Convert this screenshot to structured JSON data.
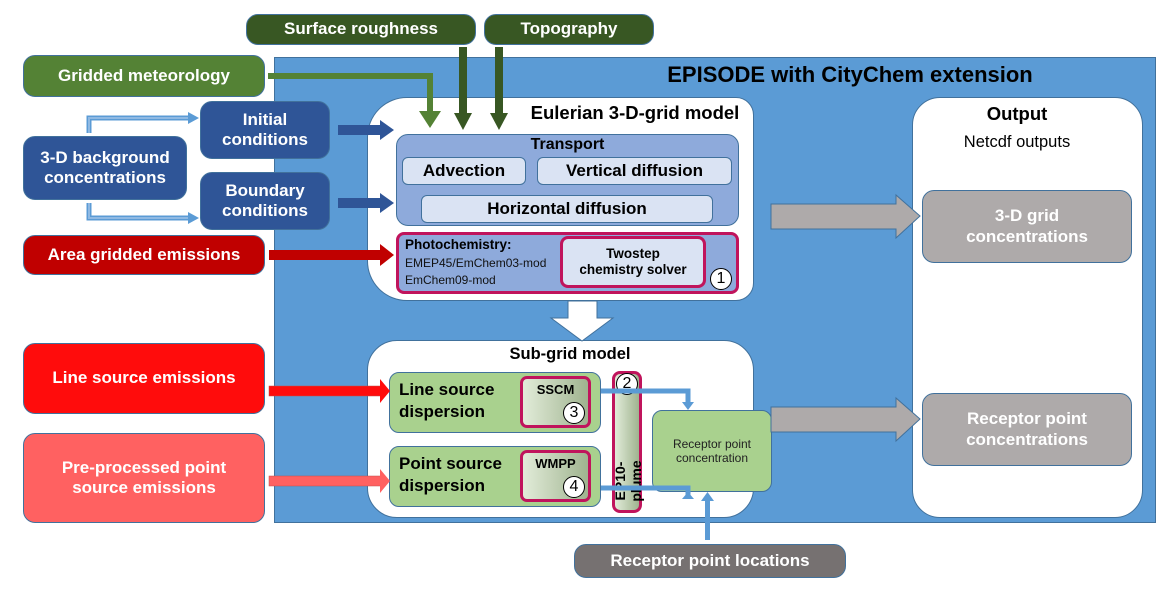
{
  "title": "EPISODE with CityChem extension",
  "colors": {
    "frame_blue": "#5b9bd5",
    "dark_blue_box": "#2f5597",
    "green_meteo": "#548235",
    "dark_green": "#385723",
    "dark_red": "#c00000",
    "red": "#ff0000",
    "light_red": "#ff6161",
    "magenta_highlight": "#c0145c",
    "grey_output": "#aeaaaa",
    "grey_dark": "#767171",
    "sub_green": "#a9d18e",
    "transport_blue": "#8eaadb"
  },
  "inputs": {
    "surface_roughness": "Surface roughness",
    "topography": "Topography",
    "gridded_meteorology": "Gridded meteorology",
    "background": {
      "line1": "3-D background",
      "line2": "concentrations"
    },
    "initial_conditions": {
      "line1": "Initial",
      "line2": "conditions"
    },
    "boundary_conditions": {
      "line1": "Boundary",
      "line2": "conditions"
    },
    "area_emissions": "Area gridded emissions",
    "line_emissions": "Line source emissions",
    "point_emissions": {
      "line1": "Pre-processed point",
      "line2": "source emissions"
    },
    "receptor_locations": "Receptor point locations"
  },
  "eulerian": {
    "title": "Eulerian 3-D-grid model",
    "transport": {
      "title": "Transport",
      "advection": "Advection",
      "vertical_diffusion": "Vertical diffusion",
      "horizontal_diffusion": "Horizontal diffusion"
    },
    "photochemistry": {
      "title": "Photochemistry:",
      "line1": "EMEP45/EmChem03-mod",
      "line2": "EmChem09-mod",
      "solver": {
        "line1": "Twostep",
        "line2": "chemistry solver"
      },
      "marker": "1"
    }
  },
  "subgrid": {
    "title": "Sub-grid model",
    "line_dispersion": {
      "line1": "Line source",
      "line2": "dispersion",
      "module": "SSCM",
      "marker": "3"
    },
    "point_dispersion": {
      "line1": "Point source",
      "line2": "dispersion",
      "module": "WMPP",
      "marker": "4"
    },
    "plume": {
      "label": "EP10-plume",
      "marker": "2"
    },
    "receptor_concentration": {
      "line1": "Receptor point",
      "line2": "concentration"
    }
  },
  "output": {
    "title": "Output",
    "subtitle": "Netcdf outputs",
    "grid": {
      "line1": "3-D grid",
      "line2": "concentrations"
    },
    "receptor": {
      "line1": "Receptor point",
      "line2": "concentrations"
    }
  }
}
